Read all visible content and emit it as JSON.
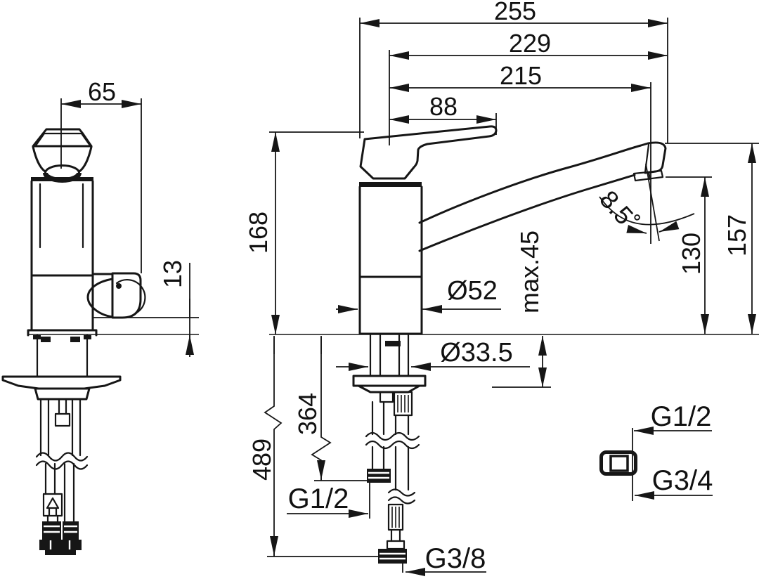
{
  "drawing": {
    "type": "technical-dimension-drawing",
    "subject": "single-lever kitchen faucet, two orthographic views with installation dimensions",
    "units": "mm",
    "line_color": "#161616",
    "background": "#ffffff",
    "views": {
      "front": {
        "center_to_spout_face": "65",
        "spout_underside_to_deck": "13"
      },
      "side": {
        "total_projection": "255",
        "center_to_spout_tip": "229",
        "center_to_aerator": "215",
        "center_to_handle_tip": "88",
        "total_height": "168",
        "aerator_angle": "8.5˚",
        "aerator_height": "130",
        "spout_tip_height": "157",
        "body_diameter": "Ø52",
        "max_deck_thickness": "max.45",
        "shank_diameter": "Ø33.5",
        "hose_length_short": "364",
        "hose_length_long": "489",
        "hose_thread_short": "G1/2",
        "hose_thread_long": "G3/8"
      },
      "adapter": {
        "thread_top": "G1/2",
        "thread_bottom": "G3/4"
      }
    }
  }
}
